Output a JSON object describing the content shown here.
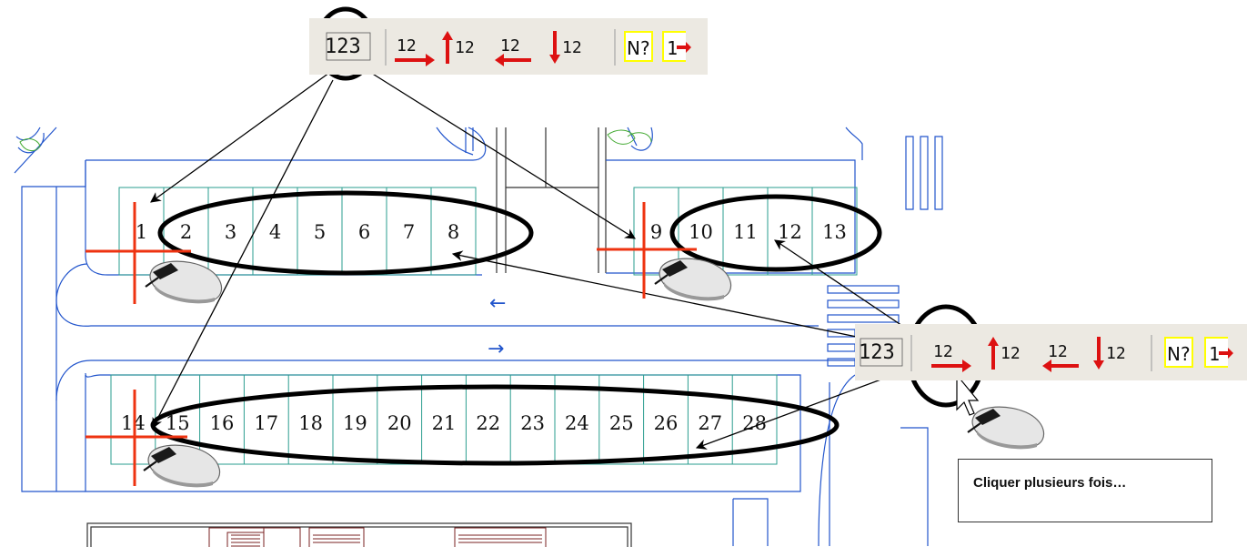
{
  "toolbar_top": {
    "auto_number_label": "123",
    "number_right_label": "12",
    "number_up_label": "12",
    "number_left_label": "12",
    "number_down_label": "12",
    "query_number_label": "N?",
    "renumber_label": "1"
  },
  "toolbar_bottom": {
    "auto_number_label": "123",
    "number_right_label": "12",
    "number_up_label": "12",
    "number_left_label": "12",
    "number_down_label": "12",
    "query_number_label": "N?",
    "renumber_label": "1"
  },
  "parking": {
    "row_a_left": [
      "1",
      "2",
      "3",
      "4",
      "5",
      "6",
      "7",
      "8"
    ],
    "row_a_right": [
      "9",
      "10",
      "11",
      "12",
      "13"
    ],
    "row_b": [
      "14",
      "15",
      "16",
      "17",
      "18",
      "19",
      "20",
      "21",
      "22",
      "23",
      "24",
      "25",
      "26",
      "27",
      "28"
    ]
  },
  "traffic_arrows": {
    "upper": "←",
    "lower": "→"
  },
  "callout": {
    "text": "Cliquer plusieurs fois…"
  },
  "colors": {
    "plan_lines": "#2255cc",
    "stall_lines": "#2a9d8f",
    "cursor_cross": "#ee3311",
    "tool_arrow": "#dd1111",
    "highlight_yellow": "#ffff00"
  }
}
